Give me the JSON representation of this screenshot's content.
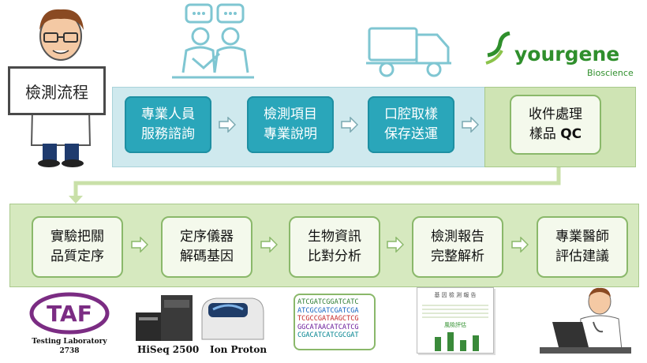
{
  "badge": "檢測流程",
  "logo": {
    "name": "yourgene",
    "sub": "Bioscience"
  },
  "row1": [
    "專業人員\n服務諮詢",
    "檢測項目\n專業說明",
    "口腔取樣\n保存送運"
  ],
  "row1_last": {
    "line1": "收件處理",
    "line2_prefix": "樣品 ",
    "line2_bold": "QC"
  },
  "row2": [
    "實驗把關\n品質定序",
    "定序儀器\n解碼基因",
    "生物資訊\n比對分析",
    "檢測報告\n完整解析",
    "專業醫師\n評估建議"
  ],
  "taf": {
    "logo": "TAF",
    "line1": "Testing Laboratory",
    "line2": "2738"
  },
  "machines": [
    "HiSeq 2500",
    "Ion Proton"
  ],
  "dna_lines": [
    {
      "text": "ATCGATCGGATCATC",
      "color": "#2e7d32"
    },
    {
      "text": "ATCGCGATCGATCGA",
      "color": "#1565c0"
    },
    {
      "text": "TCGCCGATAAGCTCG",
      "color": "#c62828"
    },
    {
      "text": "GGCATAACATCATCG",
      "color": "#6a1b9a"
    },
    {
      "text": "CGACATCATCGCGAT",
      "color": "#00838f"
    }
  ],
  "report": {
    "title": "基 因 檢 測 報 告",
    "label": "風險評估"
  },
  "colors": {
    "teal": "#2aa6ba",
    "green": "#8ab86a",
    "brand": "#2f8f2c"
  }
}
